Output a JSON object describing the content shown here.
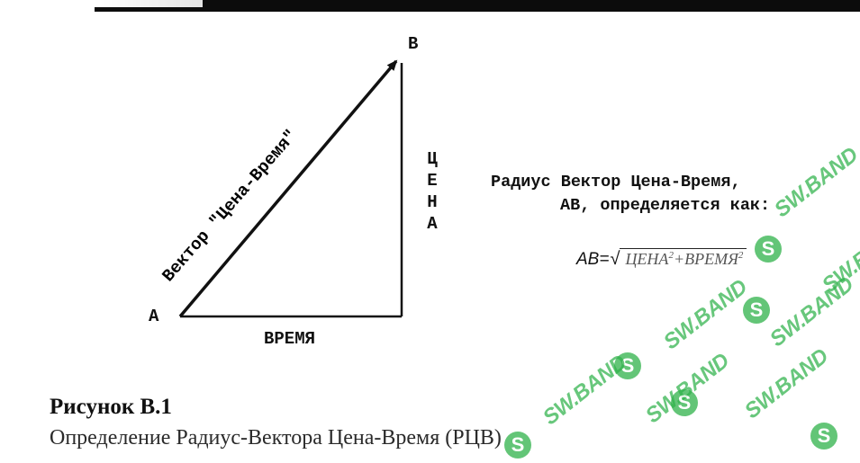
{
  "diagram": {
    "point_a": "A",
    "point_b": "B",
    "hypotenuse_label": "Вектор \"Цена-Время\"",
    "vertical_label_letters": [
      "Ц",
      "Е",
      "Н",
      "А"
    ],
    "horizontal_label": "ВРЕМЯ"
  },
  "formula": {
    "line1": "Радиус Вектор Цена-Время,",
    "line2": "АВ, определяется как:",
    "lhs": "АВ=",
    "radicand_term1": "ЦЕНА",
    "exponent": "2",
    "plus": "+",
    "radicand_term2": "ВРЕМЯ",
    "exponent2": "2"
  },
  "caption": {
    "title": "Рисунок В.1",
    "text": "Определение Радиус-Вектора Цена-Время (РЦВ)"
  },
  "watermark": {
    "text": "SW.BAND",
    "color": "#2fb24a",
    "logo_icon": "sw-band-logo-icon"
  }
}
